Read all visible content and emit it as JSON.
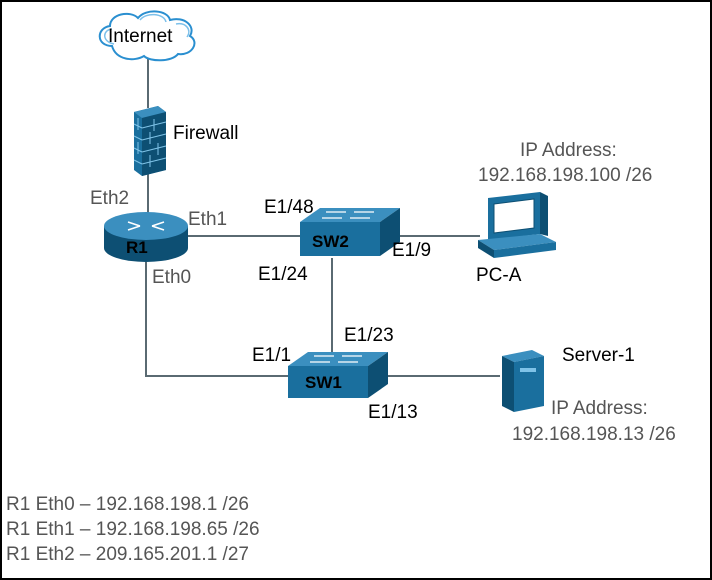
{
  "labels": {
    "internet": "Internet",
    "firewall": "Firewall",
    "r1": "R1",
    "sw1": "SW1",
    "sw2": "SW2",
    "pc_a": "PC-A",
    "server_1": "Server-1"
  },
  "ports": {
    "r1_eth0": "Eth0",
    "r1_eth1": "Eth1",
    "r1_eth2": "Eth2",
    "sw2_e1_48": "E1/48",
    "sw2_e1_24": "E1/24",
    "sw2_e1_9": "E1/9",
    "sw1_e1_1": "E1/1",
    "sw1_e1_23": "E1/23",
    "sw1_e1_13": "E1/13"
  },
  "ip": {
    "pc_a_caption": "IP Address:",
    "pc_a_value": "192.168.198.100 /26",
    "server_caption": "IP Address:",
    "server_value": "192.168.198.13 /26"
  },
  "interface_list": [
    "R1 Eth0 – 192.168.198.1 /26",
    "R1 Eth1 – 192.168.198.65 /26",
    "R1 Eth2 – 209.165.201.1 /27"
  ],
  "colors": {
    "device_fill": "#1a6f9e",
    "device_dark": "#0d4f73",
    "device_top": "#3b8fbf",
    "link": "#5a6a72"
  }
}
